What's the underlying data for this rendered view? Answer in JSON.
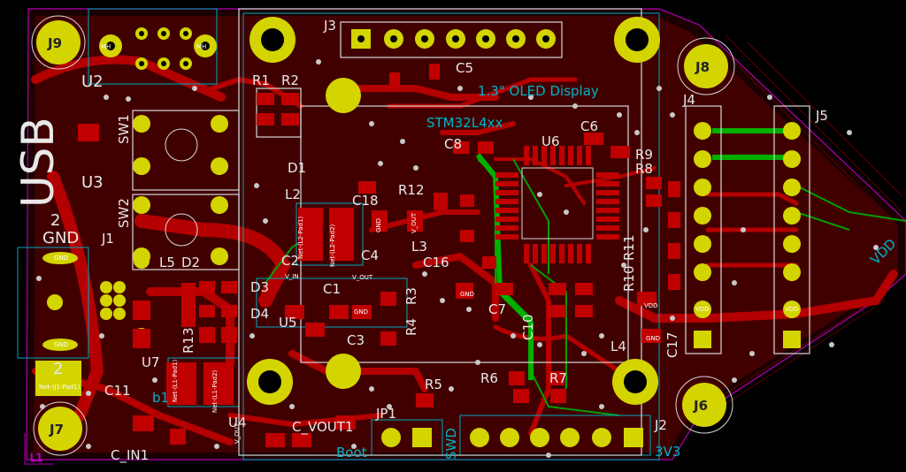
{
  "labels": {
    "usb": "USB",
    "gnd_pad_num": "2",
    "gnd_pad": "GND",
    "oled": "1.3\" OLED Display",
    "mcu": "STM32L4xx",
    "vdd": "VDD",
    "v3v3": "3V3",
    "boot": "Boot",
    "swd": "SWD",
    "c_vout1": "C_VOUT1",
    "c_in1": "C_IN1",
    "l1": "L1",
    "b1": "b1"
  },
  "components": [
    {
      "ref": "J9",
      "kind": "hole"
    },
    {
      "ref": "J8",
      "kind": "hole"
    },
    {
      "ref": "J7",
      "kind": "hole"
    },
    {
      "ref": "J6",
      "kind": "hole"
    },
    {
      "ref": "U2"
    },
    {
      "ref": "J3"
    },
    {
      "ref": "R1"
    },
    {
      "ref": "R2"
    },
    {
      "ref": "C5"
    },
    {
      "ref": "SW1"
    },
    {
      "ref": "U3"
    },
    {
      "ref": "SW2"
    },
    {
      "ref": "J1"
    },
    {
      "ref": "D1"
    },
    {
      "ref": "L2"
    },
    {
      "ref": "C18"
    },
    {
      "ref": "R12"
    },
    {
      "ref": "C8"
    },
    {
      "ref": "U6"
    },
    {
      "ref": "C6"
    },
    {
      "ref": "R9"
    },
    {
      "ref": "R8"
    },
    {
      "ref": "J4"
    },
    {
      "ref": "J5"
    },
    {
      "ref": "L5"
    },
    {
      "ref": "D2"
    },
    {
      "ref": "C2"
    },
    {
      "ref": "C4"
    },
    {
      "ref": "L3"
    },
    {
      "ref": "C16"
    },
    {
      "ref": "D3"
    },
    {
      "ref": "D4"
    },
    {
      "ref": "U5"
    },
    {
      "ref": "R3"
    },
    {
      "ref": "R4"
    },
    {
      "ref": "C7"
    },
    {
      "ref": "C10"
    },
    {
      "ref": "R11"
    },
    {
      "ref": "R10"
    },
    {
      "ref": "C3"
    },
    {
      "ref": "R13"
    },
    {
      "ref": "U7"
    },
    {
      "ref": "C11"
    },
    {
      "ref": "L4"
    },
    {
      "ref": "C17"
    },
    {
      "ref": "R5"
    },
    {
      "ref": "R6"
    },
    {
      "ref": "R7"
    },
    {
      "ref": "U4"
    },
    {
      "ref": "JP1"
    },
    {
      "ref": "J2"
    },
    {
      "ref": "C1"
    }
  ],
  "pad_nets": {
    "mh": "MH",
    "l1_pad1": "Net-(L1-Pad1)",
    "l1_pad2": "Net-(L1-Pad2)",
    "l2_pad1": "Net-(L2-Pad1)",
    "l2_pad2": "Net-(L2-Pad2)",
    "v_in": "V_IN",
    "v_out": "V_OUT",
    "gnd": "GND",
    "vdd": "VDD",
    "net_j1": "Net-(J1-Pad1)"
  },
  "colors": {
    "background": "#000000",
    "copper": "#a50000",
    "copper_bright": "#c00000",
    "green_trace": "#00a000",
    "silk": "#d8d8d8",
    "fab": "#00a8c0",
    "pad_yellow": "#c8c800",
    "edge": "#b000b0"
  }
}
